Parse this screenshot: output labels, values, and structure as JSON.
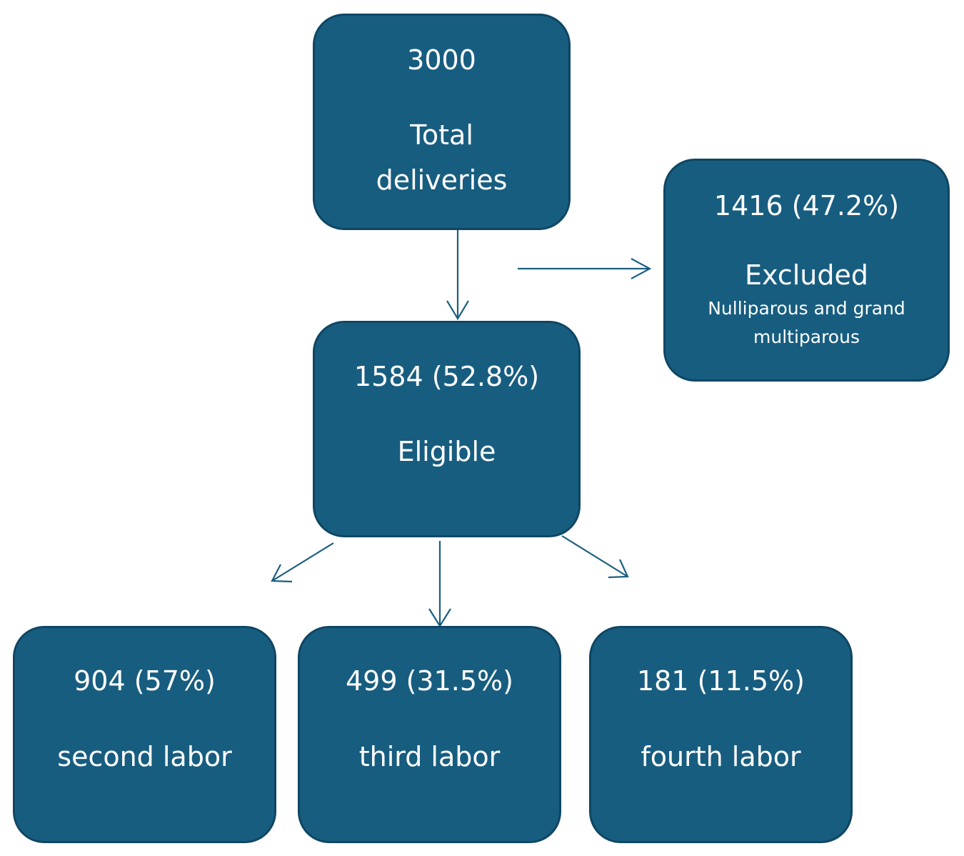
{
  "nodes": {
    "total": {
      "count": "3000",
      "label_line1": "Total",
      "label_line2": "deliveries"
    },
    "excluded": {
      "count": "1416 (47.2%)",
      "label": "Excluded",
      "note_line1": "Nulliparous and grand",
      "note_line2": "multiparous"
    },
    "eligible": {
      "count": "1584 (52.8%)",
      "label": "Eligible"
    },
    "second": {
      "count": "904 (57%)",
      "label": "second labor"
    },
    "third": {
      "count": "499 (31.5%)",
      "label": "third labor"
    },
    "fourth": {
      "count": "181 (11.5%)",
      "label": "fourth labor"
    }
  },
  "colors": {
    "box_fill": "#175d80",
    "box_border": "#0f4663",
    "text": "#ffffff",
    "arrow": "#1c5f80"
  }
}
